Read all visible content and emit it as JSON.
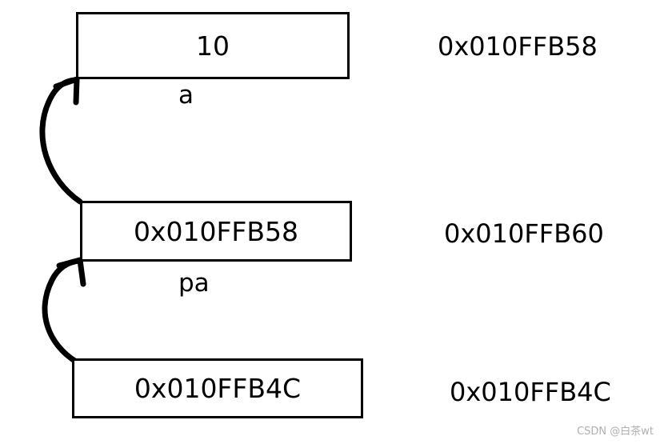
{
  "cells": [
    {
      "value": "10",
      "name": "a",
      "address": "0x010FFB58"
    },
    {
      "value": "0x010FFB58",
      "name": "pa",
      "address": "0x010FFB60"
    },
    {
      "value": "0x010FFB4C",
      "name": "",
      "address": "0x010FFB4C"
    }
  ],
  "watermark": "CSDN @白茶wt"
}
